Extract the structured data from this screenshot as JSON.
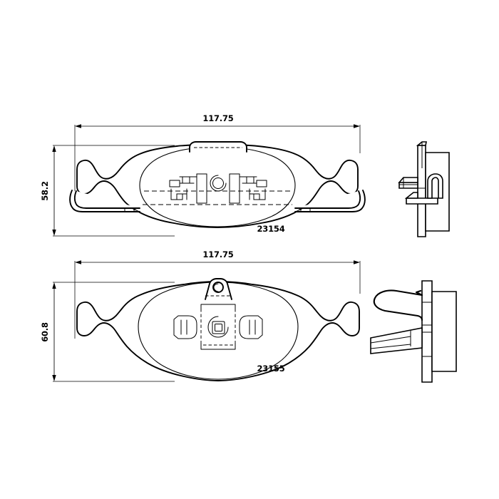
{
  "document": {
    "type": "technical-drawing",
    "subject": "brake-pad-set",
    "background_color": "#ffffff",
    "line_color": "#000000"
  },
  "views": [
    {
      "id": "upper",
      "name": "brake-pad-with-wear-sensor-clip",
      "part_number": "23154",
      "dimensions": {
        "width_label": "117.75",
        "height_label": "58.2"
      }
    },
    {
      "id": "lower",
      "name": "brake-pad-with-retaining-spring",
      "part_number": "23155",
      "dimensions": {
        "width_label": "117.75",
        "height_label": "60.8"
      }
    }
  ],
  "labels": {
    "upper_width": "117.75",
    "upper_height": "58.2",
    "upper_part_number": "23154",
    "lower_width": "117.75",
    "lower_height": "60.8",
    "lower_part_number": "23155"
  },
  "side_views": [
    {
      "id": "upper-side",
      "name": "upper-pad-side-profile"
    },
    {
      "id": "lower-side",
      "name": "lower-pad-side-profile"
    }
  ]
}
